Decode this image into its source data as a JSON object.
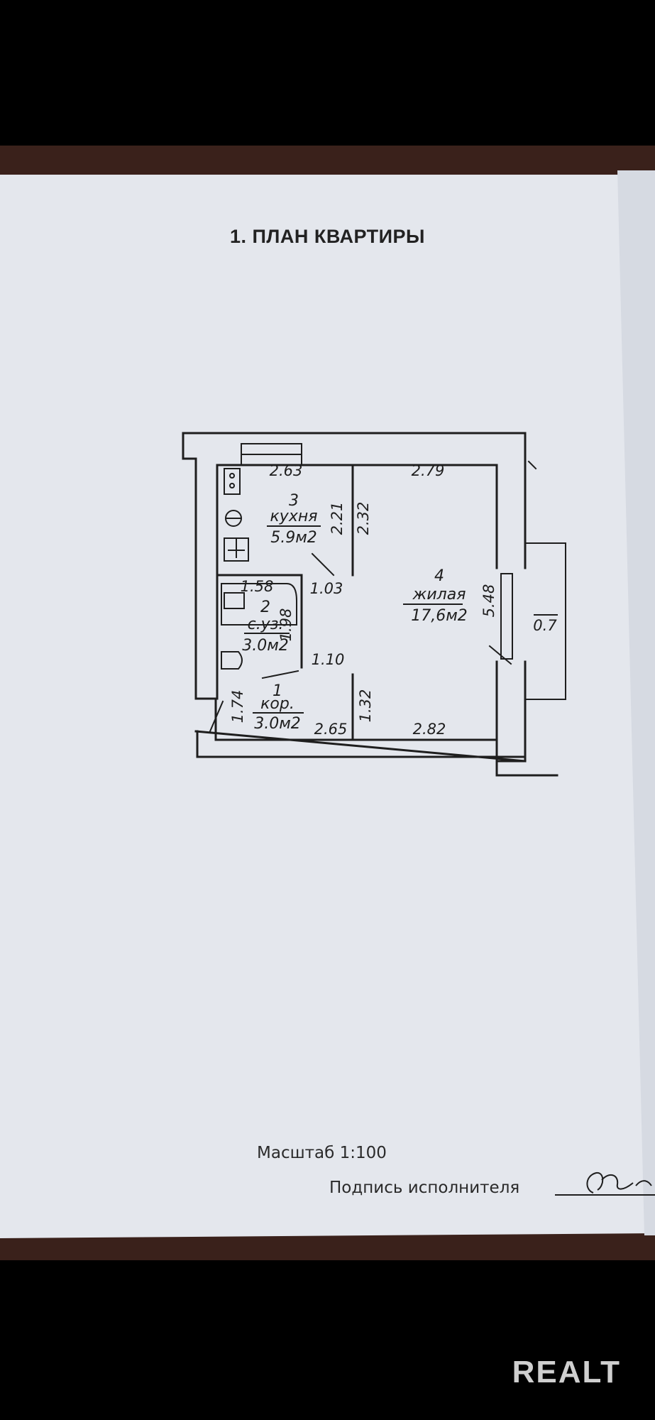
{
  "title": "1. ПЛАН КВАРТИРЫ",
  "rooms": [
    {
      "number": "3",
      "name": "кухня",
      "area": "5.9м2"
    },
    {
      "number": "4",
      "name": "жилая",
      "area": "17,6м2"
    },
    {
      "number": "2",
      "name": "с.уз.",
      "area": "3.0м2"
    },
    {
      "number": "1",
      "name": "кор.",
      "area": "3.0м2"
    }
  ],
  "dimensions": {
    "kitchen_top": "2.63",
    "living_top": "2.79",
    "kitchen_height_a": "2.21",
    "kitchen_height_b": "2.32",
    "kitchen_door": "1.03",
    "bath_width": "1.58",
    "bath_height": "1.98",
    "corridor_door": "1.10",
    "living_height": "5.48",
    "balcony": "0.7",
    "corridor_height_left": "1.74",
    "corridor_height_right": "1.32",
    "corridor_bottom": "2.65",
    "living_bottom": "2.82"
  },
  "scale": "Масштаб  1:100",
  "signature_label": "Подпись исполнителя",
  "watermark": "REALT",
  "colors": {
    "paper": "#e4e7ed",
    "frame": "#3a211b",
    "ink": "#1e1e1e"
  }
}
